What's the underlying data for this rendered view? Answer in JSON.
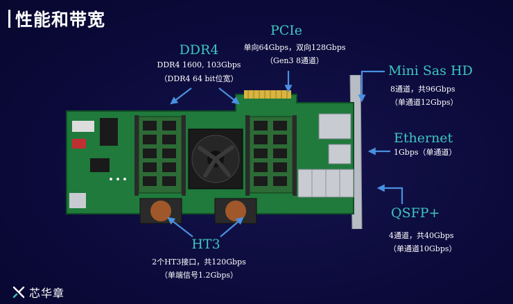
{
  "title": "性能和带宽",
  "ddr4": {
    "heading": "DDR4",
    "line1": "DDR4 1600, 103Gbps",
    "line2": "（DDR4 64 bit位宽）"
  },
  "pcie": {
    "heading": "PCIe",
    "line1": "单向64Gbps，双向128Gbps",
    "line2": "（Gen3 8通道）"
  },
  "minisas": {
    "heading": "Mini Sas HD",
    "line1": "8通道，共96Gbps",
    "line2": "（单通道12Gbps）"
  },
  "ethernet": {
    "heading": "Ethernet",
    "line1": "1Gbps（单通道）"
  },
  "qsfp": {
    "heading": "QSFP+",
    "line1": "4通道，共40Gbps",
    "line2": "（单通道10Gbps）"
  },
  "ht3": {
    "heading": "HT3",
    "line1": "2个HT3接口，共120Gbps",
    "line2": "（单端信号1.2Gbps）"
  },
  "logo": {
    "text": "芯华章"
  },
  "colors": {
    "heading": "#3ec6c0",
    "arrow": "#4a90e0",
    "background": "#0b0a3a",
    "pcb": "#1e7d3e"
  }
}
